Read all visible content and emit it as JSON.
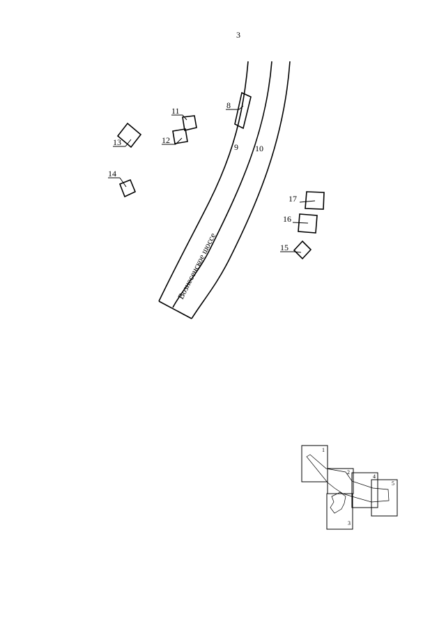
{
  "page": {
    "number": "3"
  },
  "road": {
    "name": "Вознесенское шоссе"
  },
  "lots": {
    "l8": "8",
    "l9": "9",
    "l10": "10",
    "l11": "11",
    "l12": "12",
    "l13": "13",
    "l14": "14",
    "l15": "15",
    "l16": "16",
    "l17": "17"
  },
  "key_map": {
    "sheets": [
      "1",
      "2",
      "3",
      "4",
      "5"
    ]
  }
}
